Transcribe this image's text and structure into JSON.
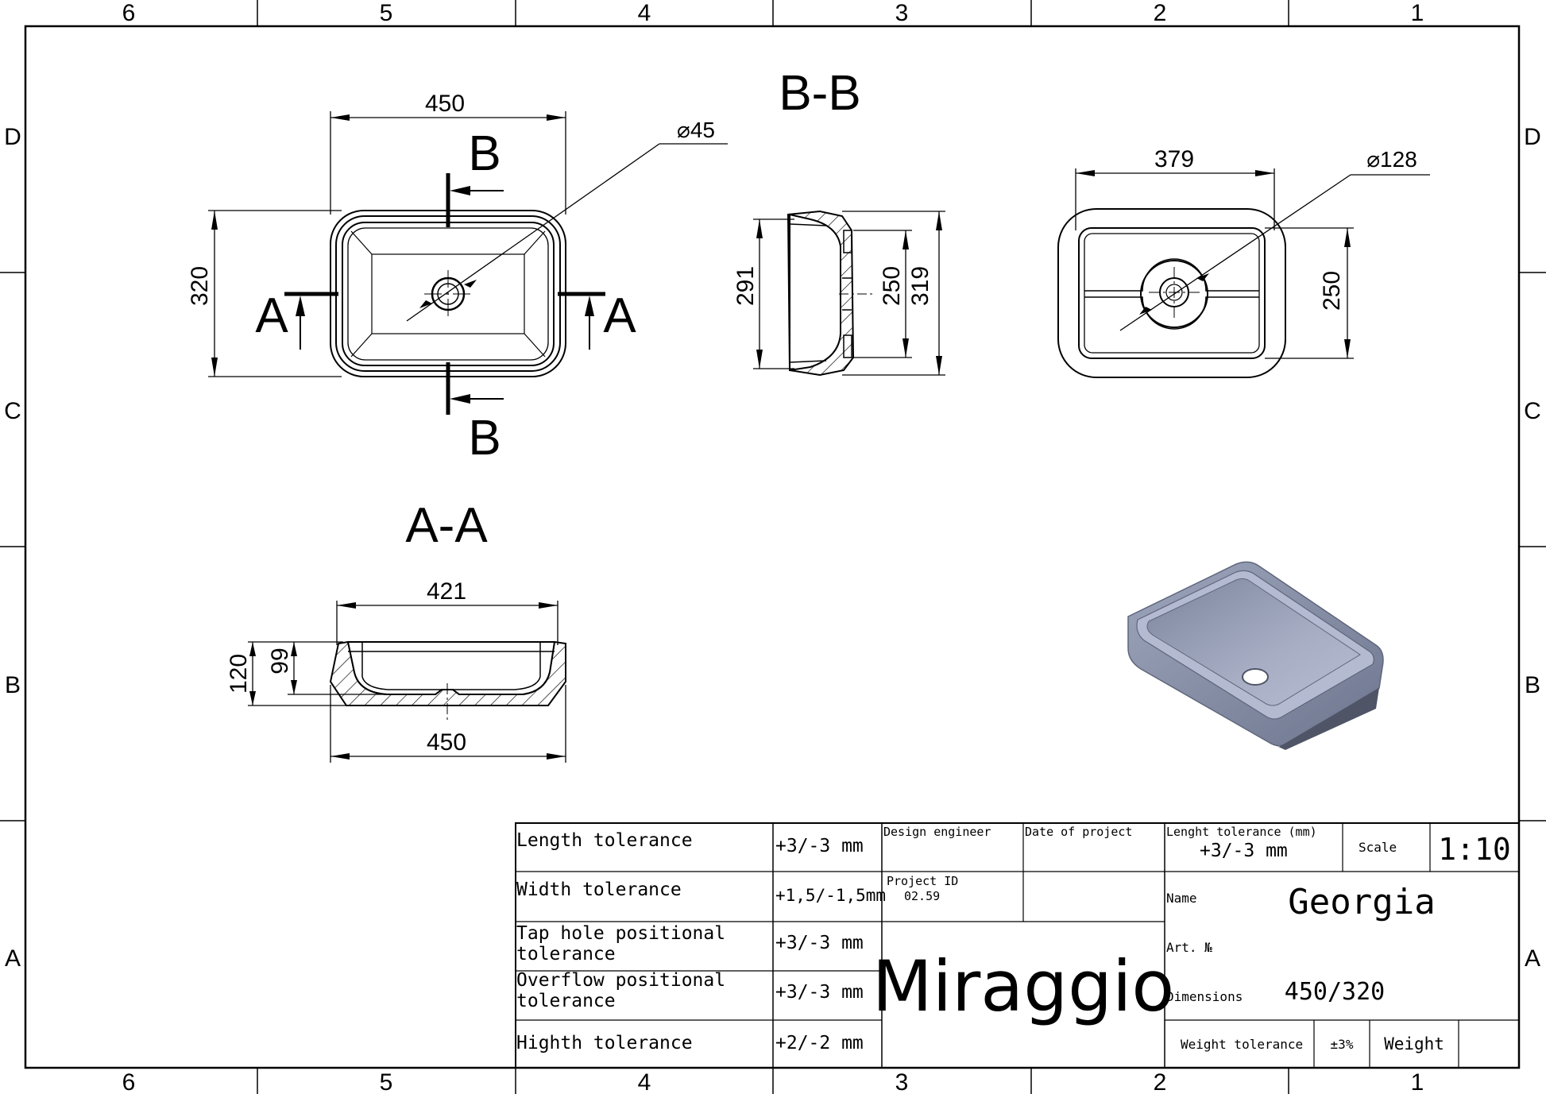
{
  "frame": {
    "columns_top": [
      "6",
      "5",
      "4",
      "3",
      "2",
      "1"
    ],
    "columns_bottom": [
      "6",
      "5",
      "4",
      "3",
      "2",
      "1"
    ],
    "rows_left": [
      "D",
      "C",
      "B",
      "A"
    ],
    "rows_right": [
      "D",
      "C",
      "B",
      "A"
    ]
  },
  "views": {
    "section_bb_title": "B-B",
    "section_aa_title": "A-A",
    "top_view": {
      "width": "450",
      "height": "320",
      "drain_dia": "⌀45",
      "cut_a": "A",
      "cut_b": "B"
    },
    "side_view": {
      "dim_left": "291",
      "dim_inner": "250",
      "dim_outer": "319"
    },
    "bottom_view": {
      "width": "379",
      "height": "250",
      "foot_dia": "⌀128"
    },
    "section_view": {
      "top_width": "421",
      "bottom_width": "450",
      "total_height": "120",
      "bowl_depth": "99"
    }
  },
  "title_block": {
    "tolerances": [
      {
        "label_1": "Length tolerance",
        "label_2": "",
        "value": "+3/-3 mm"
      },
      {
        "label_1": "Width tolerance",
        "label_2": "",
        "value": "+1,5/-1,5mm"
      },
      {
        "label_1": "Tap hole positional",
        "label_2": "tolerance",
        "value": "+3/-3 mm"
      },
      {
        "label_1": "Overflow positional",
        "label_2": "tolerance",
        "value": "+3/-3 mm"
      },
      {
        "label_1": "Highth tolerance",
        "label_2": "",
        "value": "+2/-2 mm"
      }
    ],
    "design_engineer_label": "Design engineer",
    "date_label": "Date of project",
    "project_id_label": "Project ID",
    "project_id": "02.59",
    "brand": "Miraggio",
    "length_tol_label": "Lenght tolerance (mm)",
    "length_tol_value": "+3/-3 mm",
    "scale_label": "Scale",
    "scale_value": "1:10",
    "name_label": "Name",
    "name_value": "Georgia",
    "art_label": "Art. №",
    "dimensions_label": "Dimensions",
    "dimensions_value": "450/320",
    "weight_tol_label": "Weight tolerance",
    "weight_tol_value": "±3%",
    "weight_label": "Weight"
  }
}
